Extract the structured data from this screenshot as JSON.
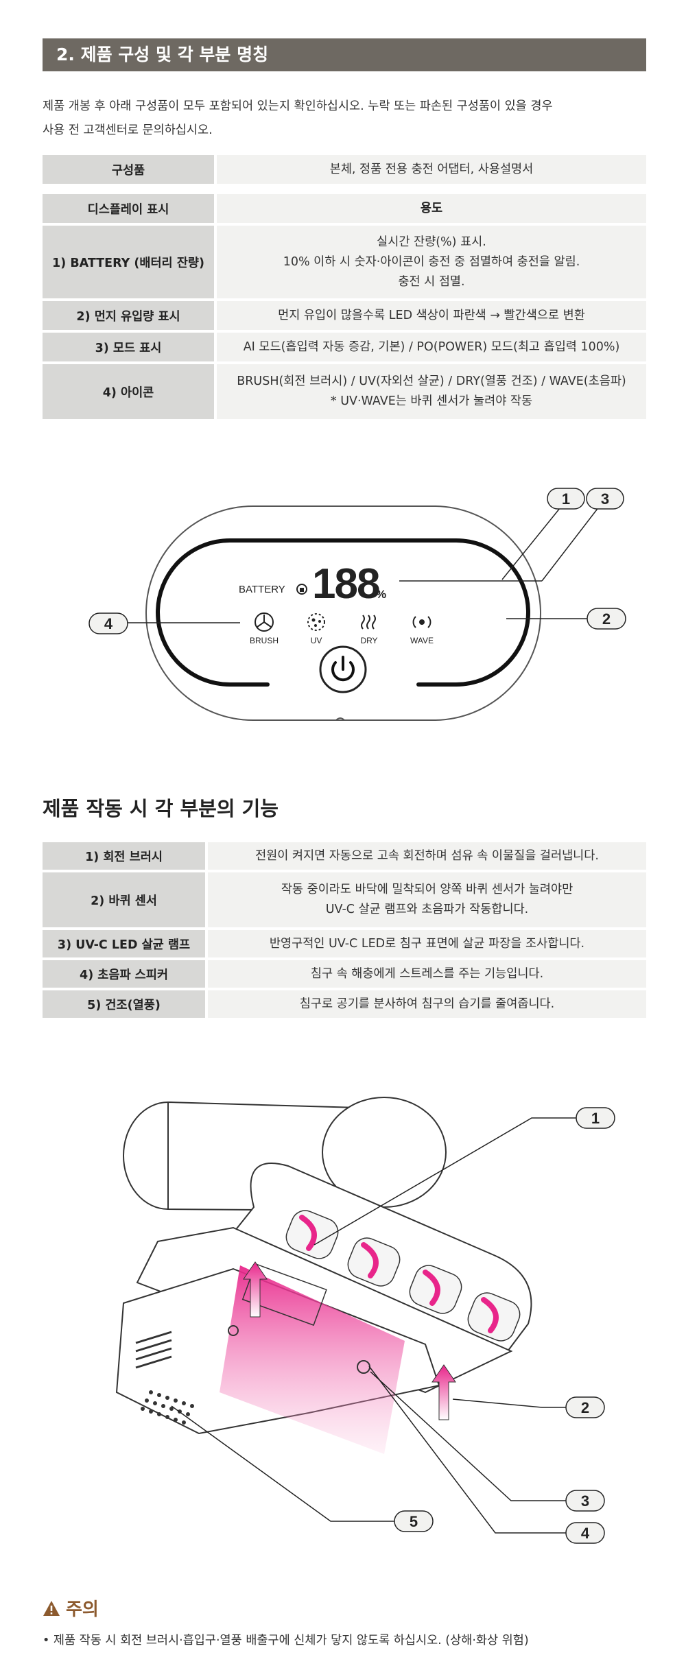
{
  "section": {
    "title": "2. 제품 구성 및 각 부분 명칭",
    "intro": [
      "제품 개봉 후 아래 구성품이 모두 포함되어 있는지 확인하십시오. 누락 또는 파손된 구성품이 있을 경우",
      "사용 전 고객센터로 문의하십시오."
    ]
  },
  "components": {
    "label": "구성품",
    "value": "본체, 정품 전용 충전 어댑터, 사용설명서"
  },
  "display_table": {
    "header": {
      "label": "디스플레이 표시",
      "value": "용도"
    },
    "rows": [
      {
        "label": "1) BATTERY (배터리 잔량)",
        "lines": [
          "실시간 잔량(%) 표시.",
          "10% 이하 시 숫자·아이콘이 충전 중 점멸하여 충전을 알림.",
          "충전 시 점멸."
        ]
      },
      {
        "label": "2) 먼지 유입량 표시",
        "lines": [
          "먼지 유입이 많을수록 LED 색상이 파란색 → 빨간색으로 변환"
        ]
      },
      {
        "label": "3) 모드 표시",
        "lines": [
          "AI 모드(흡입력 자동 증감, 기본) / PO(POWER) 모드(최고 흡입력 100%)"
        ]
      },
      {
        "label": "4) 아이콘",
        "lines": [
          "BRUSH(회전 브러시) / UV(자외선 살균) / DRY(열풍 건조) / WAVE(초음파)",
          "* UV·WAVE는 바퀴 센서가 눌려야 작동"
        ]
      }
    ]
  },
  "display_panel": {
    "battery_label": "BATTERY",
    "digits": "188",
    "percent": "%",
    "icons": [
      {
        "name": "brush-icon",
        "label": "BRUSH"
      },
      {
        "name": "uv-icon",
        "label": "UV"
      },
      {
        "name": "dry-icon",
        "label": "DRY"
      },
      {
        "name": "wave-icon",
        "label": "WAVE"
      }
    ],
    "callouts": [
      "1",
      "3",
      "4",
      "2"
    ]
  },
  "function_section": {
    "title": "제품 작동 시 각 부분의 기능",
    "rows": [
      {
        "label": "1) 회전 브러시",
        "lines": [
          "전원이 켜지면 자동으로 고속 회전하며 섬유 속 이물질을 걸러냅니다."
        ]
      },
      {
        "label": "2) 바퀴 센서",
        "lines": [
          "작동 중이라도 바닥에 밀착되어 양쪽 바퀴 센서가 눌려야만",
          "UV-C 살균 램프와 초음파가 작동합니다."
        ]
      },
      {
        "label": "3) UV-C LED 살균 램프",
        "lines": [
          "반영구적인 UV-C LED로 침구 표면에 살균 파장을 조사합니다."
        ]
      },
      {
        "label": "4) 초음파 스피커",
        "lines": [
          "침구 속 해충에게 스트레스를 주는 기능입니다."
        ]
      },
      {
        "label": "5) 건조(열풍)",
        "lines": [
          "침구로 공기를 분사하여 침구의 습기를 줄여줍니다."
        ]
      }
    ],
    "callouts": [
      "1",
      "2",
      "3",
      "4",
      "5"
    ]
  },
  "caution": {
    "title": "주의",
    "text": "• 제품 작동 시 회전 브러시·흡입구·열풍 배출구에 신체가 닿지 않도록 하십시오. (상해·화상 위험)"
  },
  "colors": {
    "header_bg": "#6e6962",
    "label_bg": "#d8d8d6",
    "value_bg": "#f2f2f0",
    "caution": "#8c5a2e",
    "uv_pink": "#e8258a"
  }
}
